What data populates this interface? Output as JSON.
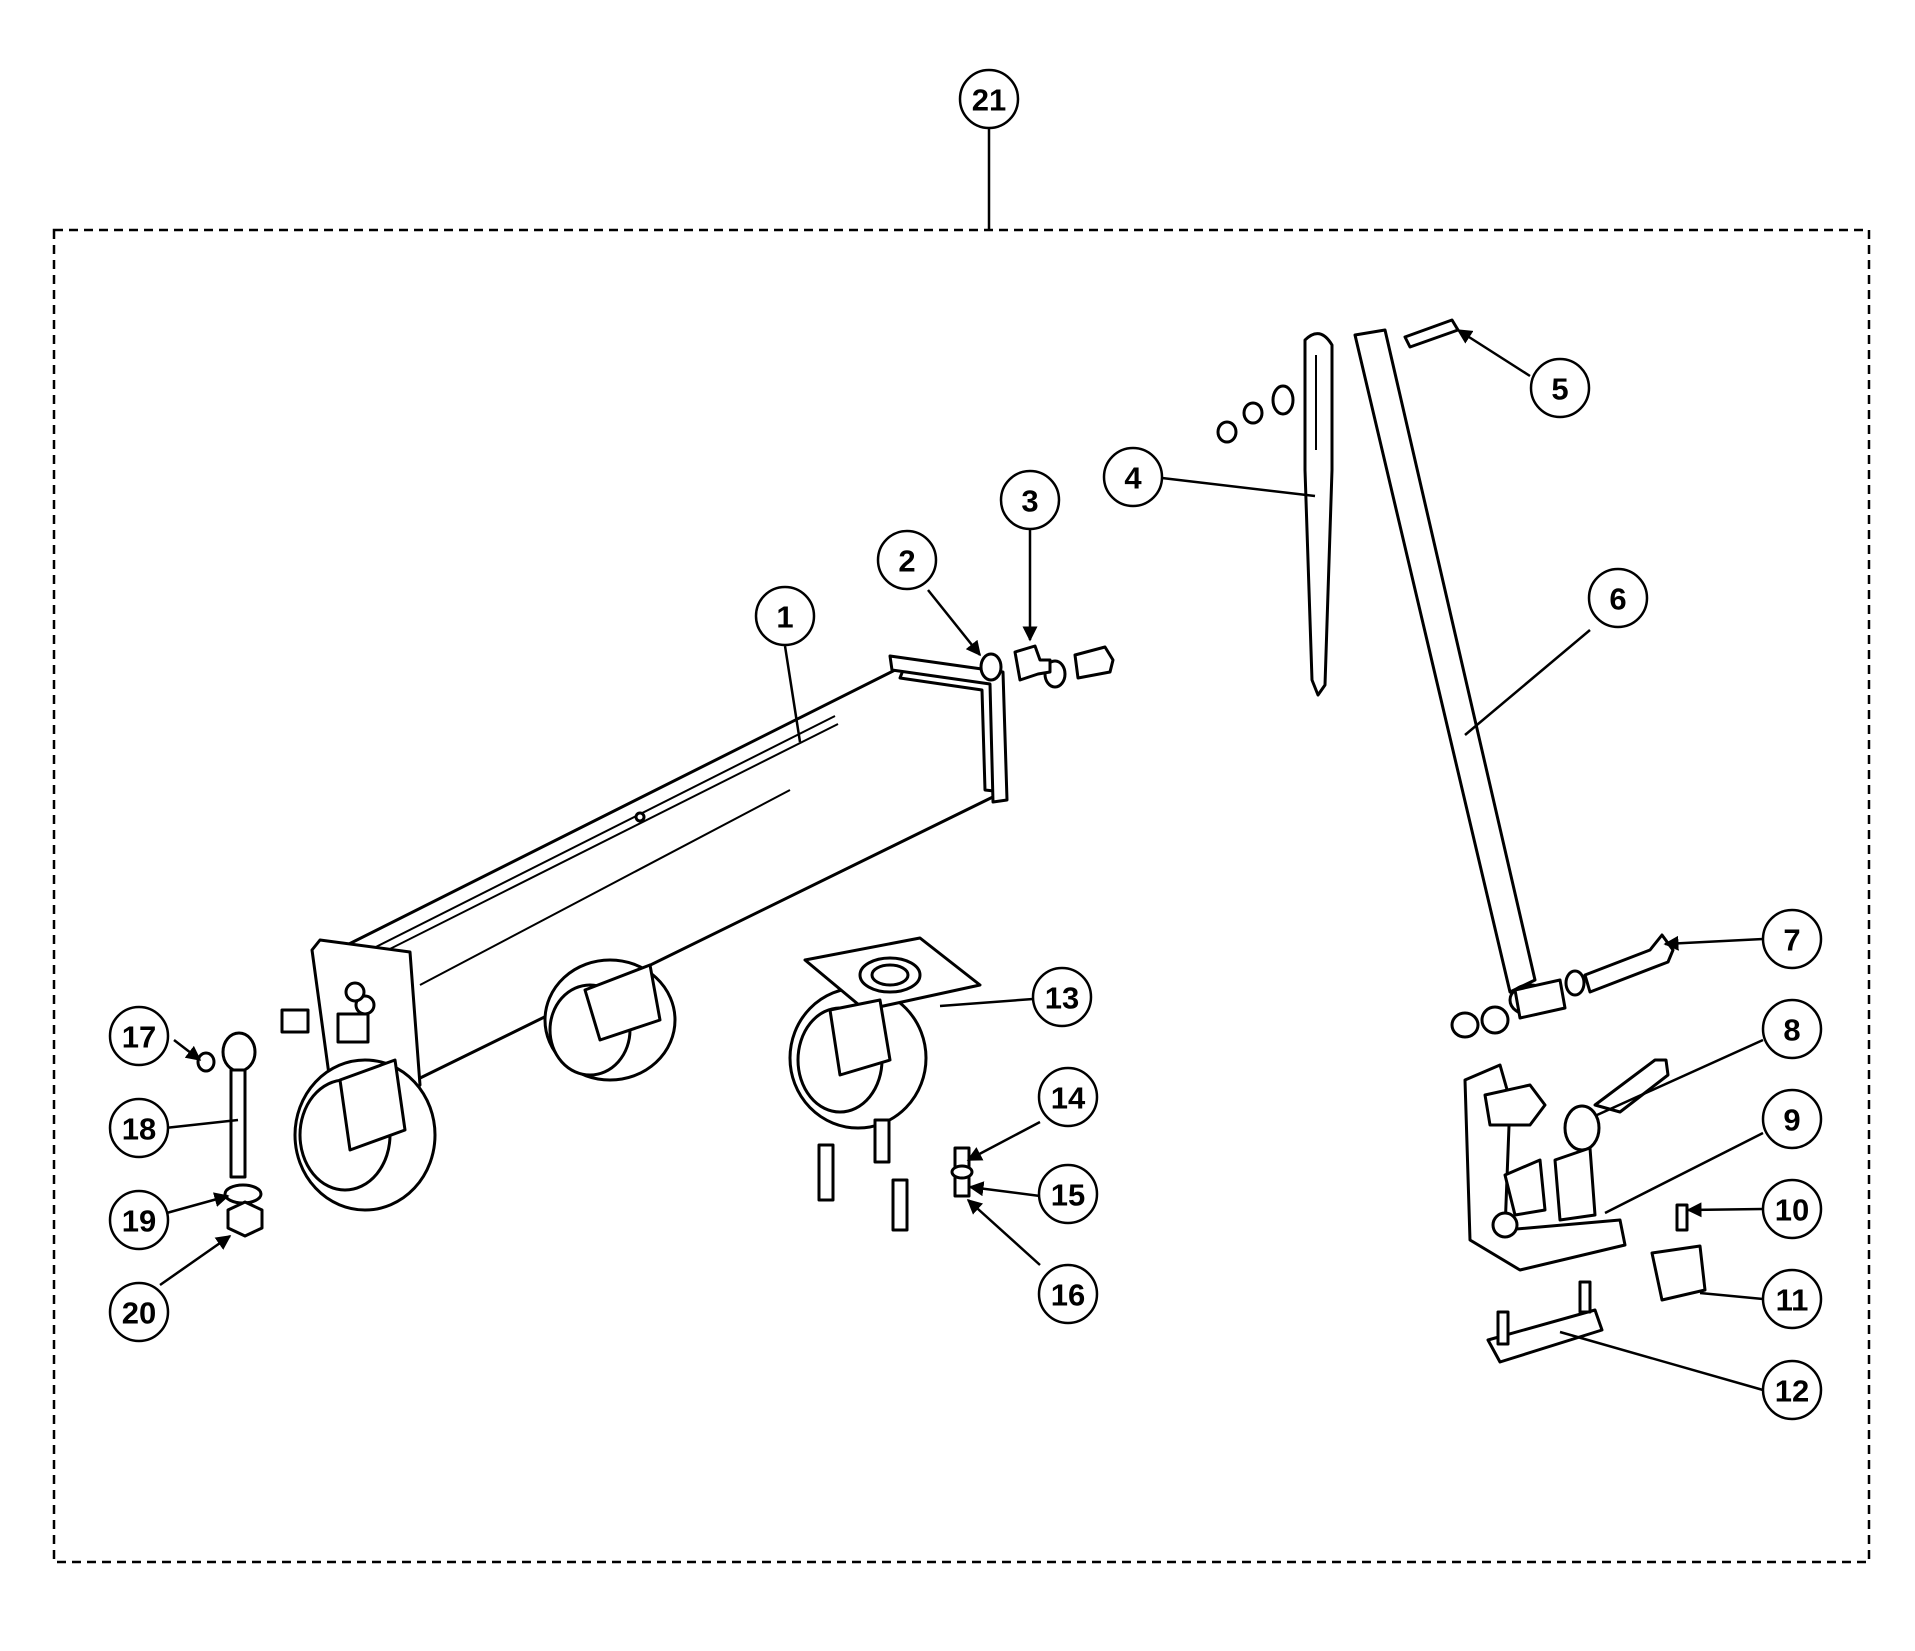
{
  "diagram": {
    "assembly_callout": "21",
    "callouts": [
      "1",
      "2",
      "3",
      "4",
      "5",
      "6",
      "7",
      "8",
      "9",
      "10",
      "11",
      "12",
      "13",
      "14",
      "15",
      "16",
      "17",
      "18",
      "19",
      "20"
    ]
  }
}
